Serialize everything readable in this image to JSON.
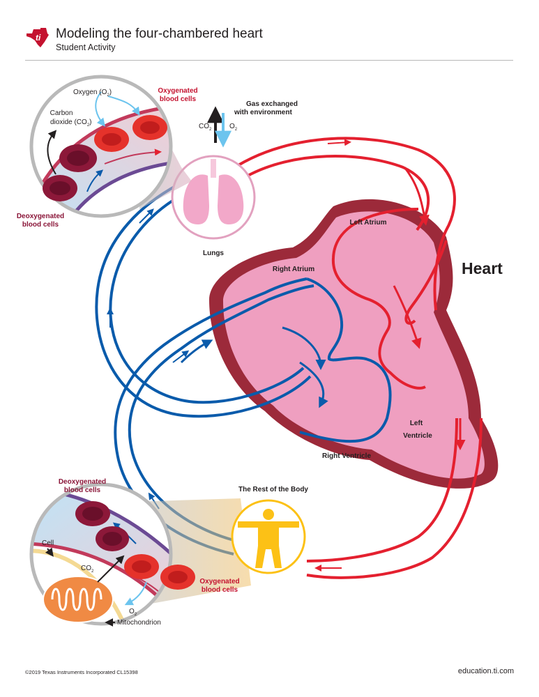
{
  "header": {
    "title": "Modeling the four-chambered heart",
    "subtitle": "Student Activity"
  },
  "labels": {
    "oxygen": "Oxygen (O",
    "oxygen_sub": "2",
    "oxygen_close": ")",
    "oxygenated_cells_line1": "Oxygenated",
    "oxygenated_cells_line2": "blood cells",
    "carbon_line1": "Carbon",
    "carbon_line2": "dioxide (CO",
    "carbon_sub": "2",
    "carbon_close": ")",
    "deoxygenated_cells_line1": "Deoxygenated",
    "deoxygenated_cells_line2": "blood cells",
    "gas_exchanged_line1": "Gas exchanged",
    "gas_exchanged_line2": "with environment",
    "co2": "CO",
    "co2_sub": "2",
    "o2": "O",
    "o2_sub": "2",
    "lungs": "Lungs",
    "left_atrium": "Left Atrium",
    "right_atrium": "Right Atrium",
    "heart": "Heart",
    "left_ventricle_line1": "Left",
    "left_ventricle_line2": "Ventricle",
    "right_ventricle": "Right Ventricle",
    "rest_of_body": "The Rest of the Body",
    "cell": "Cell",
    "mitochondrion": "Mitochondrion"
  },
  "footer": {
    "copyright": "©2019 Texas Instruments Incorporated   CL15398",
    "website": "education.ti.com"
  },
  "colors": {
    "oxygenated_red": "#e4202f",
    "deoxygenated_blue": "#0a5bab",
    "heart_pink": "#ef9fc0",
    "heart_border": "#9c2a3a",
    "cell_red": "#e5322b",
    "cell_maroon": "#8c1839",
    "lung_pink": "#f2a8c9",
    "body_yellow": "#fcc116",
    "mitochondrion_orange": "#f08a44",
    "ti_red": "#c4122f"
  }
}
